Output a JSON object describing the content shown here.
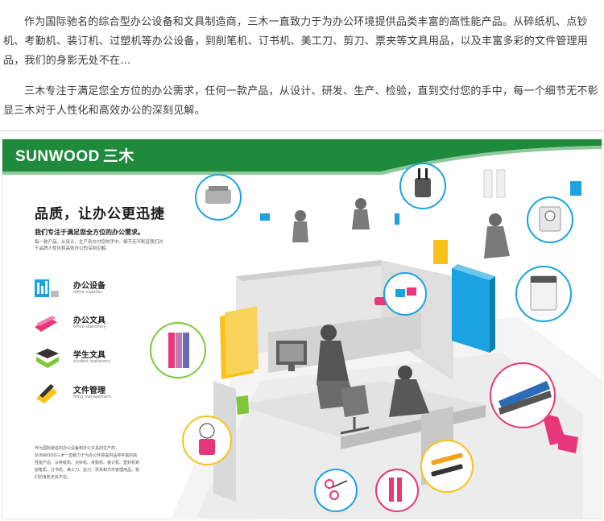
{
  "intro": {
    "paragraph1": "作为国际驰名的综合型办公设备和文具制造商，三木一直致力于为办公环境提供品类丰富的高性能产品。从碎纸机、点钞机、考勤机、装订机、过塑机等办公设备，到削笔机、订书机、美工刀、剪刀、票夹等文具用品，以及丰富多彩的文件管理用品，我们的身影无处不在…",
    "paragraph2": "三木专注于满足您全方位的办公需求，任何一款产品，从设计、研发、生产、检验，直到交付您的手中，每一个细节无不彰显三木对于人性化和高效办公的深刻见解。"
  },
  "banner": {
    "logo_en": "SUNWOOD",
    "logo_cn": "三木",
    "slogan": "品质，让办公更迅捷",
    "sub_bold": "我们专注于满足您全方位的办公需求。",
    "sub_small": "每一款产品，从设计、生产到交付您的手中，细节无不彰显我们对于品牌人性化和高效办公的深刻见解。",
    "categories": [
      {
        "cn": "办公设备",
        "en": "office supplies",
        "icon": "office-equipment-icon"
      },
      {
        "cn": "办公文具",
        "en": "office stationery",
        "icon": "office-stationery-icon"
      },
      {
        "cn": "学生文具",
        "en": "student stationery",
        "icon": "student-stationery-icon"
      },
      {
        "cn": "文件管理",
        "en": "filing management",
        "icon": "file-management-icon"
      }
    ],
    "footer_text": "作为国际驰名的办公设备和办公文具的生产商，SUNWOOD三木一直致力于为办公环境提供品类丰富的高性能产品：从碎纸机、点钞机、考勤机、装订机、塑封机到削笔机、订书机、美工刀、剪刀、票夹和文件管理用品，我们的身影无处不在。",
    "colors": {
      "brand_green": "#1f8a3c",
      "accent_cyan": "#1aa3e0",
      "accent_magenta": "#e8367a",
      "accent_yellow": "#f7c21a"
    }
  }
}
